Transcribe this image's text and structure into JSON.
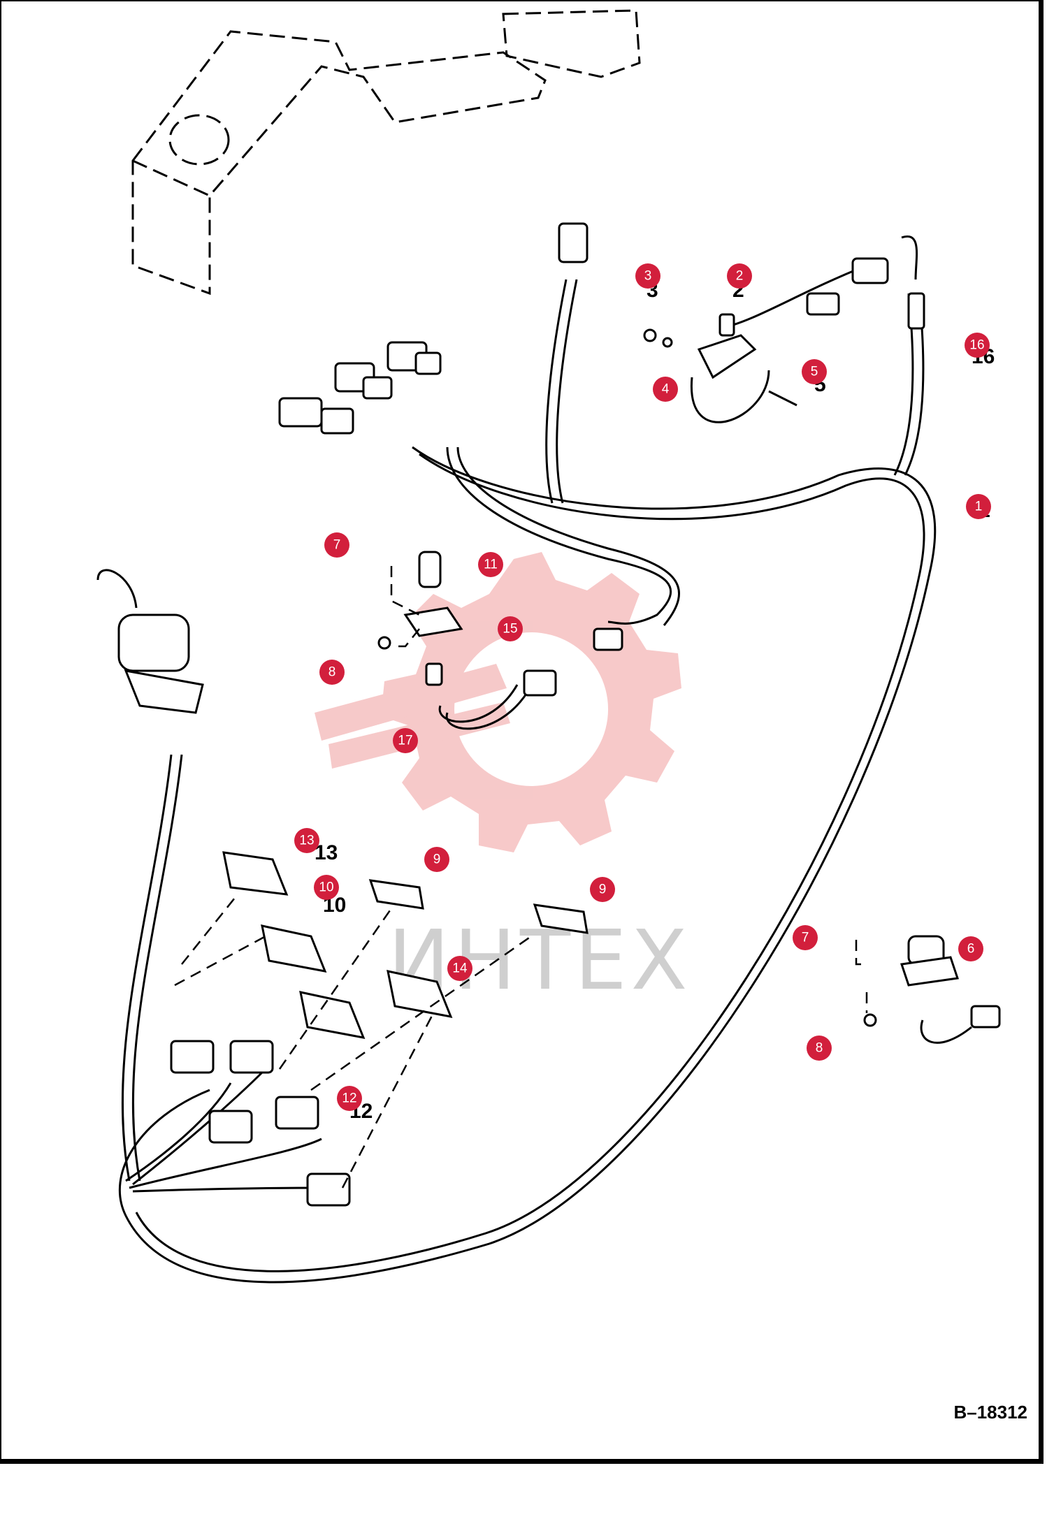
{
  "figure": {
    "code": "B–18312"
  },
  "watermark": {
    "text": "ИНТЕХ",
    "logo": "gear-icon"
  },
  "colors": {
    "callout": "#d21f3c",
    "line": "#000000",
    "watermark": "#f4b7b7"
  },
  "callouts": [
    {
      "num": "1"
    },
    {
      "num": "2"
    },
    {
      "num": "3"
    },
    {
      "num": "4"
    },
    {
      "num": "5"
    },
    {
      "num": "16"
    },
    {
      "num": "7"
    },
    {
      "num": "11"
    },
    {
      "num": "15"
    },
    {
      "num": "8"
    },
    {
      "num": "17"
    },
    {
      "num": "13"
    },
    {
      "num": "10"
    },
    {
      "num": "9"
    },
    {
      "num": "9"
    },
    {
      "num": "14"
    },
    {
      "num": "12"
    },
    {
      "num": "7"
    },
    {
      "num": "6"
    },
    {
      "num": "8"
    }
  ]
}
